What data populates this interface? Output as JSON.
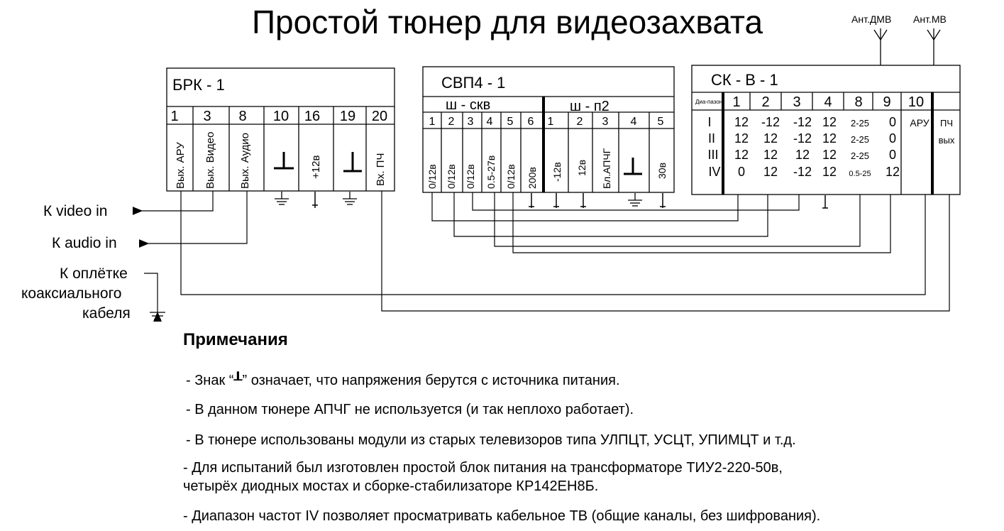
{
  "title": "Простой тюнер для видеозахвата",
  "antennas": {
    "dmv": "Ант.ДМВ",
    "mv": "Ант.МВ"
  },
  "brk": {
    "name": "БРК - 1",
    "pins": [
      "1",
      "3",
      "8",
      "10",
      "16",
      "19",
      "20"
    ],
    "labels": [
      "Вых. АРУ",
      "Вых. Видео",
      "Вых. Аудио",
      "",
      "+12в",
      "",
      "Вх. ПЧ"
    ]
  },
  "svp": {
    "name": "СВП4 - 1",
    "group1": "ш - скв",
    "group2": "ш - п2",
    "pins": [
      "1",
      "2",
      "3",
      "4",
      "5",
      "6",
      "1",
      "2",
      "3",
      "4",
      "5"
    ],
    "labels": [
      "0/12в",
      "0/12в",
      "0/12в",
      "0.5-27в",
      "0/12в",
      "200в",
      "-12в",
      "12в",
      "Бл.АПЧГ",
      "",
      "30в"
    ]
  },
  "sk": {
    "name": "СК - В - 1",
    "range_header": "Диа-пазон",
    "pins": [
      "1",
      "2",
      "3",
      "4",
      "8",
      "9",
      "10"
    ],
    "ranges": [
      "I",
      "II",
      "III",
      "IV"
    ],
    "rows": [
      [
        "12",
        "-12",
        "-12",
        "12",
        "2-25",
        "0"
      ],
      [
        "12",
        "12",
        "-12",
        "12",
        "2-25",
        "0"
      ],
      [
        "12",
        "12",
        "12",
        "12",
        "2-25",
        "0"
      ],
      [
        "0",
        "12",
        "-12",
        "12",
        "0.5-25",
        "12"
      ]
    ],
    "aru": "АРУ",
    "pch_vyh": [
      "ПЧ",
      "вых"
    ]
  },
  "outputs": {
    "video": "К  video in",
    "audio": "К  audio in",
    "braid": [
      "К оплётке",
      "коаксиального",
      "кабеля"
    ]
  },
  "notes": {
    "heading": "Примечания",
    "items": [
      "- Знак “┸”  означает, что напряжения берутся с источника питания.",
      "- В данном тюнере АПЧГ не используется (и так неплохо работает).",
      "- В тюнере использованы модули из старых телевизоров типа УЛПЦТ, УСЦТ, УПИМЦТ и т.д.",
      "- Для испытаний был изготовлен простой блок питания на трансформаторе ТИУ2-220-50в,",
      "четырёх диодных мостах и сборке-стабилизаторе КР142ЕН8Б.",
      "- Диапазон частот IV позволяет просматривать кабельное ТВ (общие каналы, без  шифрования)."
    ]
  }
}
